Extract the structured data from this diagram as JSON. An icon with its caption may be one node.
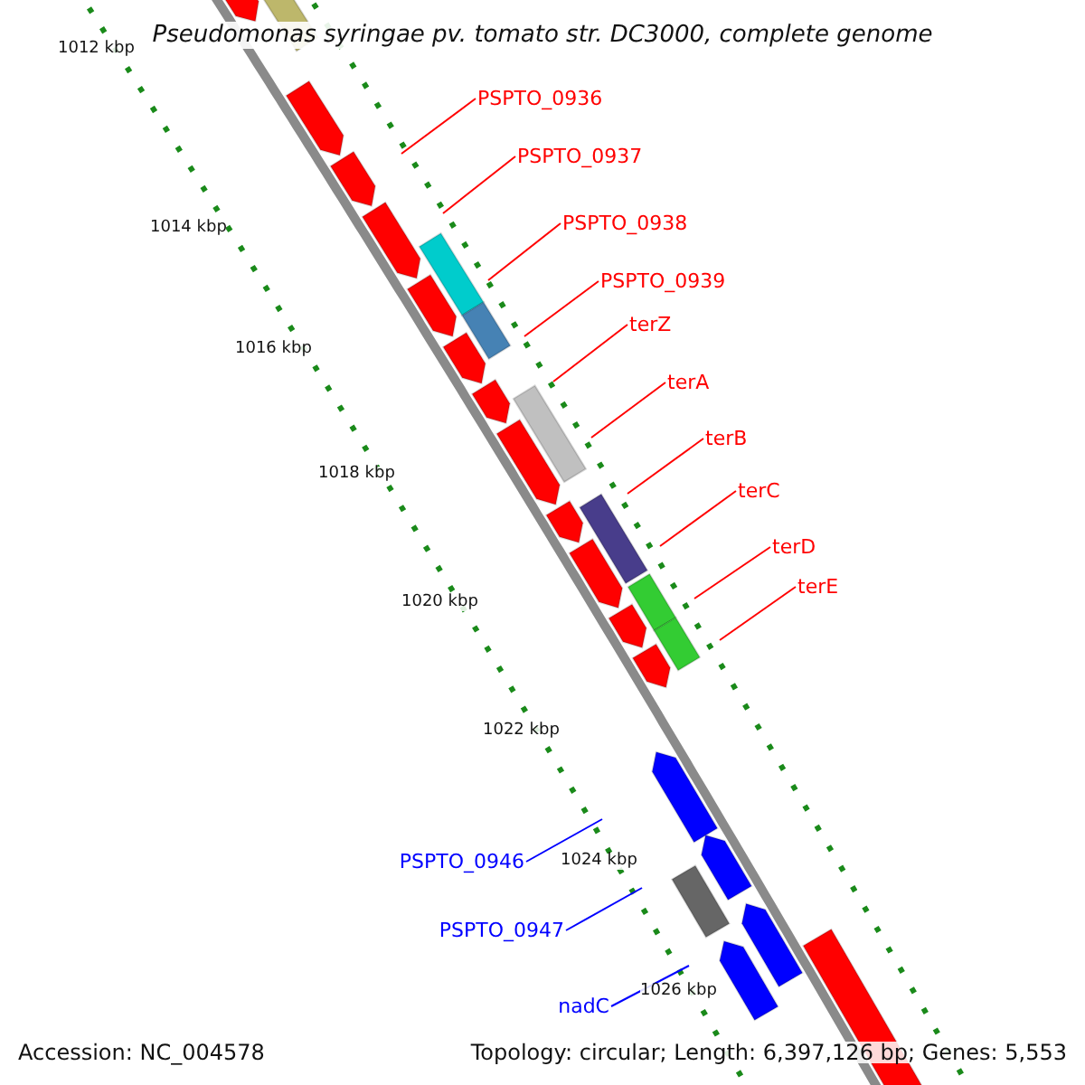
{
  "diagram": {
    "title": "Pseudomonas syringae pv. tomato str. DC3000, complete genome",
    "nodes": [
      {
        "text": [
          "PSPTO_0936"
        ]
      },
      {
        "text": [
          "PSPTO_0937"
        ]
      },
      {
        "text": [
          "PSPTO_0938"
        ]
      },
      {
        "text": [
          "PSPTO_0939"
        ]
      },
      {
        "text": [
          "terZ"
        ]
      },
      {
        "text": [
          "terA"
        ]
      },
      {
        "text": [
          "terB"
        ]
      },
      {
        "text": [
          "terC"
        ]
      },
      {
        "text": [
          "terD"
        ]
      },
      {
        "text": [
          "terE"
        ]
      },
      {
        "text": [
          "PSPTO_0946"
        ]
      },
      {
        "text": [
          "PSPTO_0947"
        ]
      },
      {
        "text": [
          "nadC"
        ]
      }
    ],
    "edges": [
      {
        "from": 0,
        "to": null,
        "arrow": "none"
      },
      {
        "from": 1,
        "to": null,
        "arrow": "none"
      },
      {
        "from": 2,
        "to": null,
        "arrow": "none"
      },
      {
        "from": 3,
        "to": null,
        "arrow": "none"
      },
      {
        "from": 4,
        "to": null,
        "arrow": "none"
      },
      {
        "from": 5,
        "to": null,
        "arrow": "none"
      },
      {
        "from": 6,
        "to": null,
        "arrow": "none"
      },
      {
        "from": 7,
        "to": null,
        "arrow": "none"
      },
      {
        "from": 8,
        "to": null,
        "arrow": "none"
      },
      {
        "from": 9,
        "to": null,
        "arrow": "none"
      },
      {
        "from": 10,
        "to": null,
        "arrow": "none",
        "color": "#0000ff"
      },
      {
        "from": 11,
        "to": null,
        "arrow": "none",
        "color": "#0000ff"
      },
      {
        "from": 12,
        "to": null,
        "arrow": "none",
        "color": "#0000ff"
      }
    ],
    "labels": [
      "1012 kbp",
      "1014 kbp",
      "1016 kbp",
      "1018 kbp",
      "1020 kbp",
      "1022 kbp",
      "1024 kbp",
      "1026 kbp",
      "Accession: NC_004578",
      "Topology: circular; Length: 6,397,126 bp; Genes: 5,553"
    ]
  }
}
